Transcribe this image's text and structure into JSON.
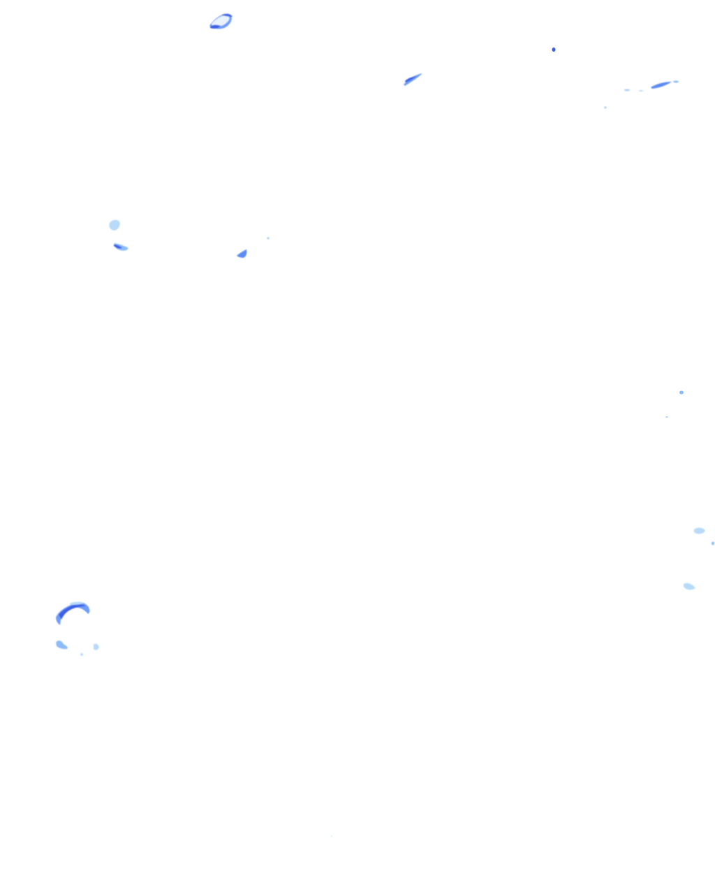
{
  "scene": {
    "background_color": "#ffffff",
    "primary_color": "#3f63e8",
    "secondary_color": "#8bbcf7",
    "light_color": "#b8daf9",
    "fragments": [
      {
        "kind": "splatter",
        "tone": "primary"
      },
      {
        "kind": "dot",
        "tone": "primary"
      },
      {
        "kind": "streak",
        "tone": "primary"
      },
      {
        "kind": "streak",
        "tone": "light"
      },
      {
        "kind": "splatter",
        "tone": "light"
      },
      {
        "kind": "splatter",
        "tone": "primary"
      },
      {
        "kind": "splatter",
        "tone": "primary"
      },
      {
        "kind": "dot",
        "tone": "light"
      },
      {
        "kind": "splatter",
        "tone": "light"
      },
      {
        "kind": "splatter",
        "tone": "light"
      },
      {
        "kind": "arc",
        "tone": "primary"
      },
      {
        "kind": "splatter",
        "tone": "light"
      }
    ]
  }
}
